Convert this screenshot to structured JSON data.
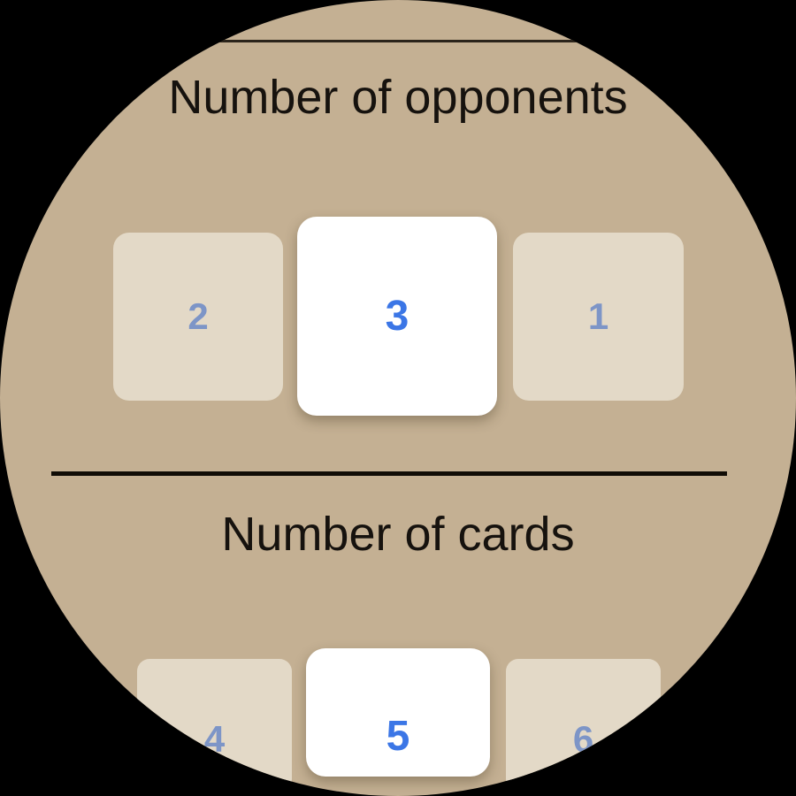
{
  "screen": {
    "shape": "round-watch-display",
    "background_color": "#c4b093",
    "outside_color": "#000000"
  },
  "colors": {
    "accent_blue_selected": "#3b76e6",
    "muted_blue_unselected": "#7d95c7",
    "card_unselected": "#e3d9c7",
    "card_selected": "#ffffff",
    "card_selected_bottom": "#f8f4ed",
    "divider": "#100c06",
    "heading_text": "#16120e"
  },
  "opponents": {
    "title": "Number of opponents",
    "options": [
      {
        "value": "2",
        "state": "unselected"
      },
      {
        "value": "3",
        "state": "selected"
      },
      {
        "value": "1",
        "state": "unselected"
      }
    ],
    "selected_value": "3"
  },
  "cards": {
    "title": "Number of cards",
    "options": [
      {
        "value": "4",
        "state": "unselected"
      },
      {
        "value": "5",
        "state": "selected"
      },
      {
        "value": "6",
        "state": "unselected"
      }
    ],
    "selected_value": "5"
  }
}
